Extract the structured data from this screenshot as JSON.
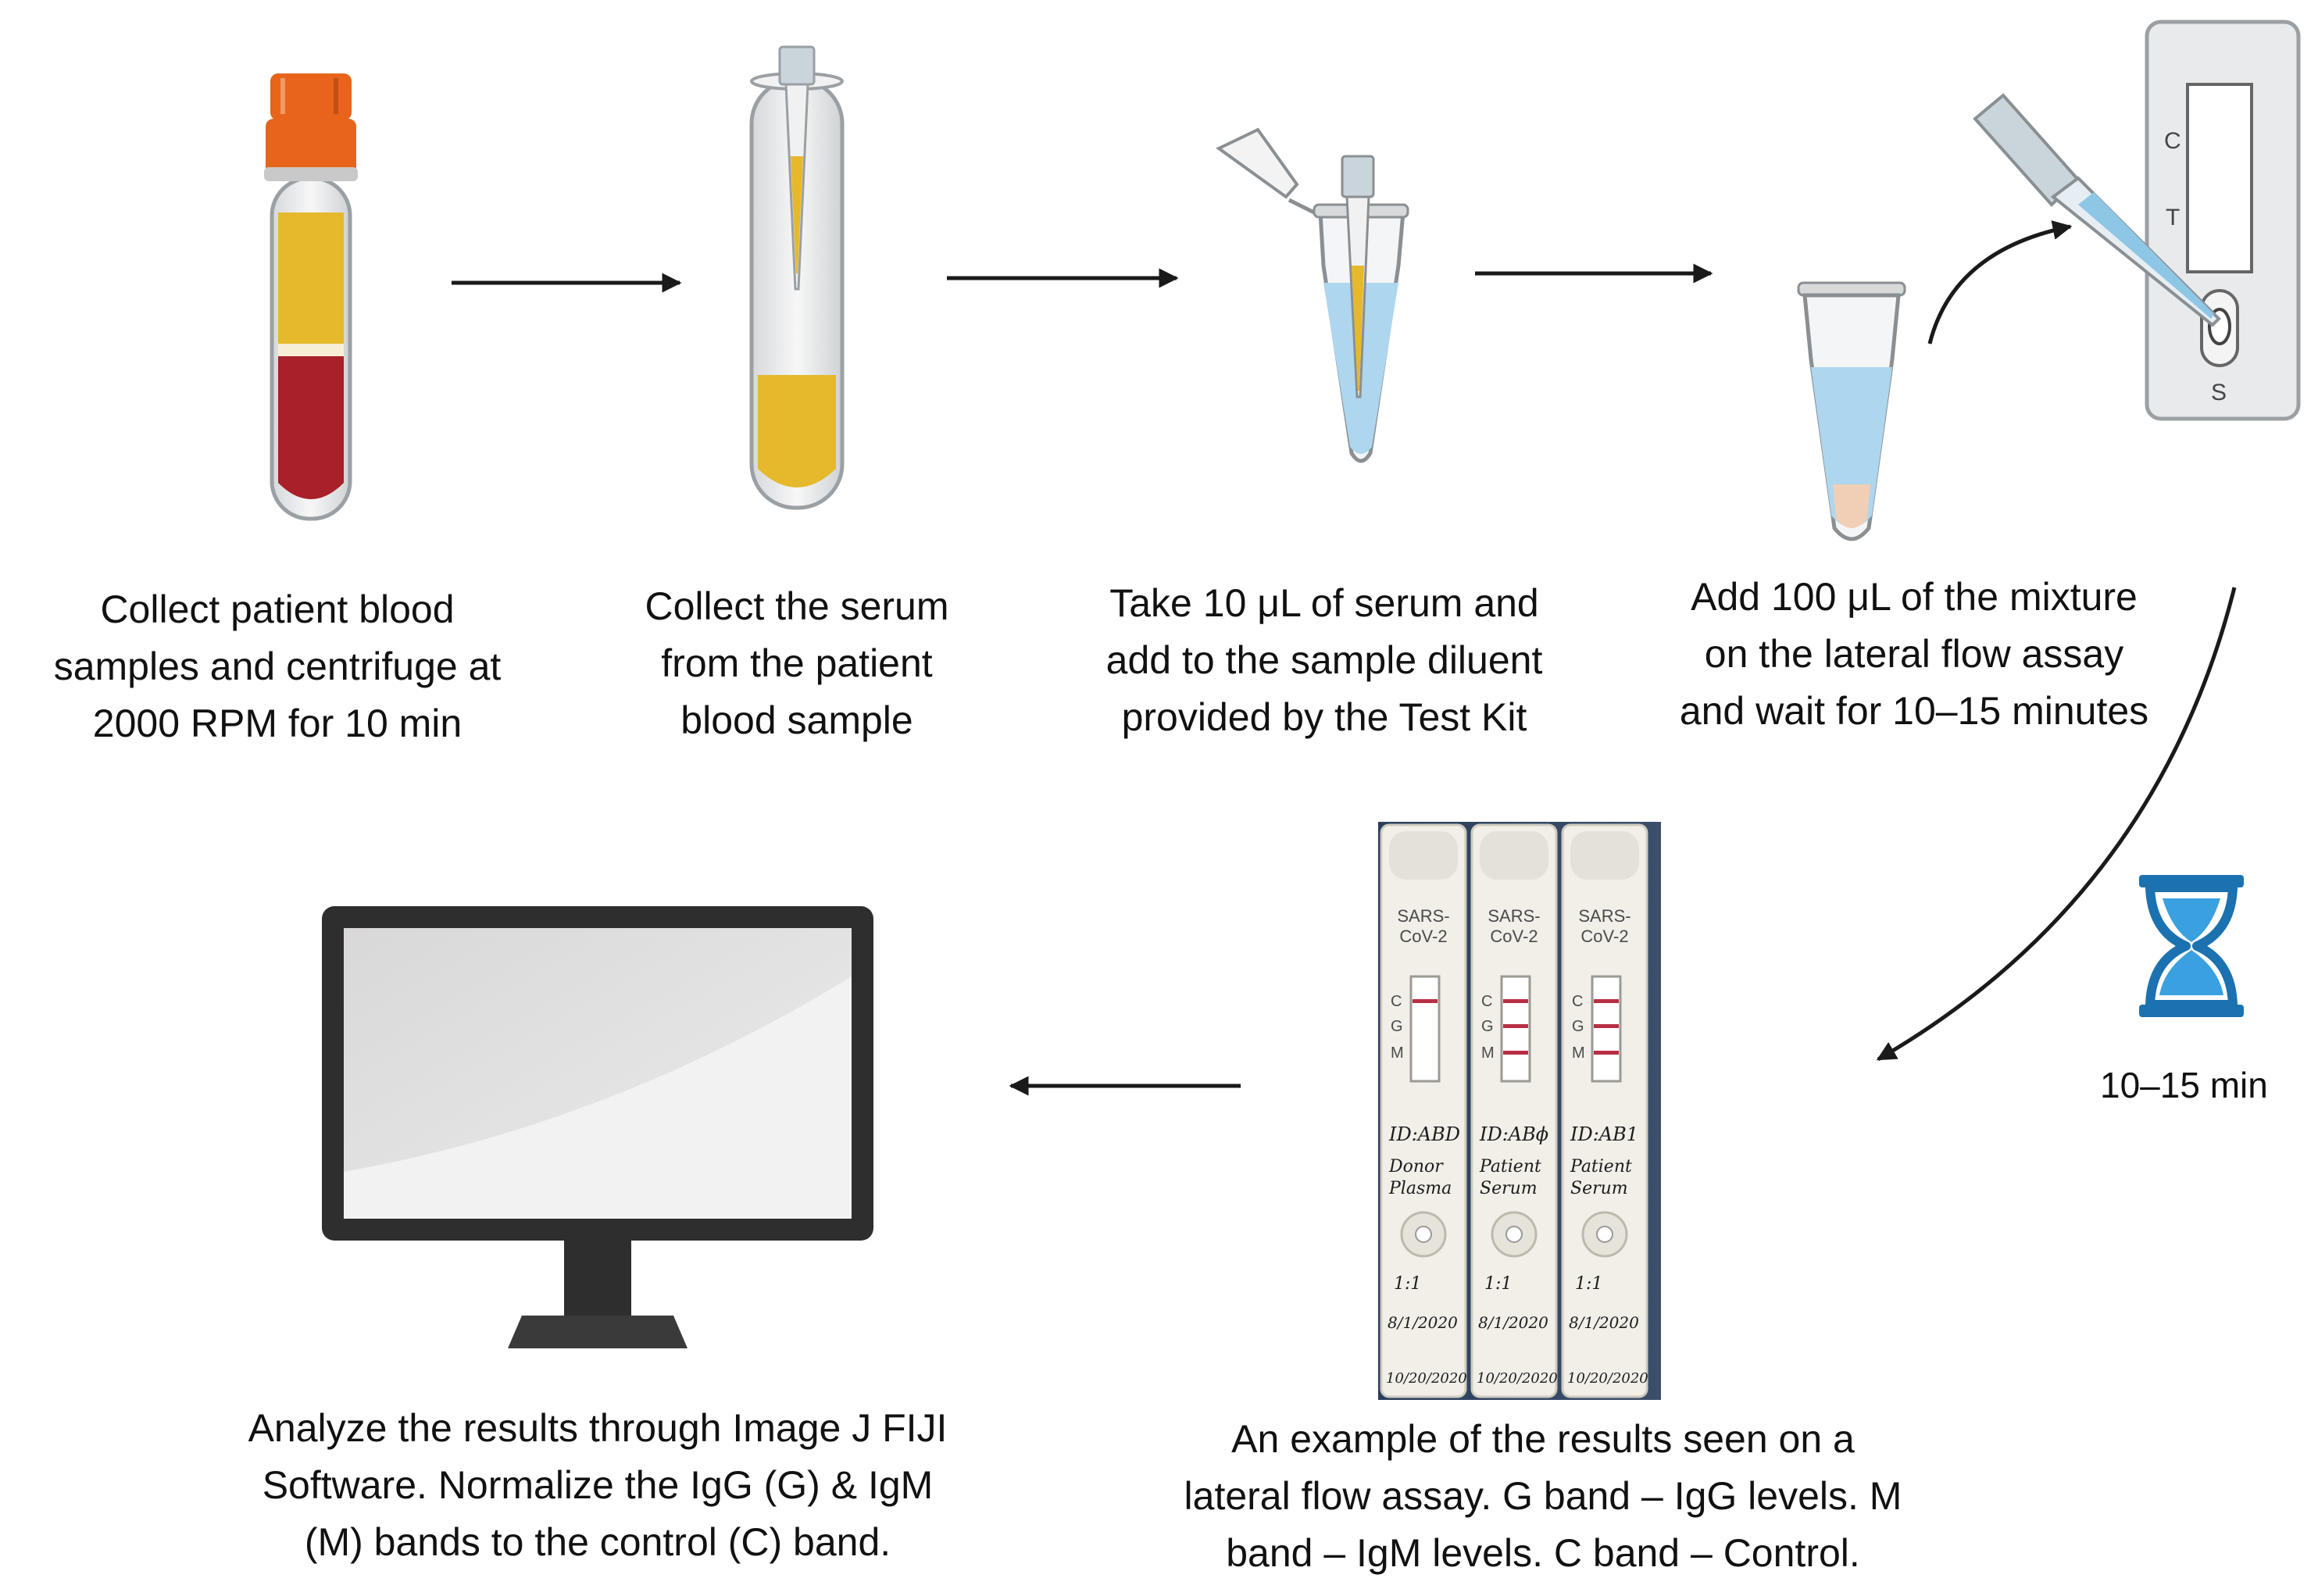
{
  "captions": {
    "step1": [
      "Collect patient blood",
      "samples and centrifuge at",
      "2000 RPM for 10 min"
    ],
    "step2": [
      "Collect the serum",
      "from the patient",
      "blood sample"
    ],
    "step3": [
      "Take 10 μL of serum and",
      "add to the sample diluent",
      "provided by the Test Kit"
    ],
    "step4": [
      "Add 100 μL of the mixture",
      "on the lateral flow assay",
      "and wait for 10–15 minutes"
    ],
    "step5": [
      "An example of the results seen on a",
      "lateral flow assay. G band – IgG levels. M",
      "band – IgM levels. C band – Control."
    ],
    "step6": [
      "Analyze the results through Image J FIJI",
      "Software. Normalize the IgG (G) & IgM",
      "(M) bands to the control (C) band."
    ]
  },
  "timer_label": "10–15 min",
  "cassette": {
    "c_label": "C",
    "t_label": "T",
    "s_label": "S"
  },
  "strips": [
    {
      "title1": "SARS-",
      "title2": "CoV-2",
      "band_c": "C",
      "band_g": "G",
      "band_m": "M",
      "id": "ID:ABD",
      "note1": "Donor",
      "note2": "Plasma",
      "ratio": "1:1",
      "date1": "8/1/2020",
      "date2": "10/20/2020"
    },
    {
      "title1": "SARS-",
      "title2": "CoV-2",
      "band_c": "C",
      "band_g": "G",
      "band_m": "M",
      "id": "ID:ABϕ",
      "note1": "Patient",
      "note2": "Serum",
      "ratio": "1:1",
      "date1": "8/1/2020",
      "date2": "10/20/2020"
    },
    {
      "title1": "SARS-",
      "title2": "CoV-2",
      "band_c": "C",
      "band_g": "G",
      "band_m": "M",
      "id": "ID:AB1",
      "note1": "Patient",
      "note2": "Serum",
      "ratio": "1:1",
      "date1": "8/1/2020",
      "date2": "10/20/2020"
    }
  ],
  "colors": {
    "cap_orange": "#e8641b",
    "serum_yellow": "#e5b92b",
    "blood_red": "#a8202a",
    "diluent_blue": "#aed6ee",
    "hourglass_blue": "#1c71b0",
    "band_red": "#b82f45",
    "monitor_frame": "#2e2e2e"
  }
}
